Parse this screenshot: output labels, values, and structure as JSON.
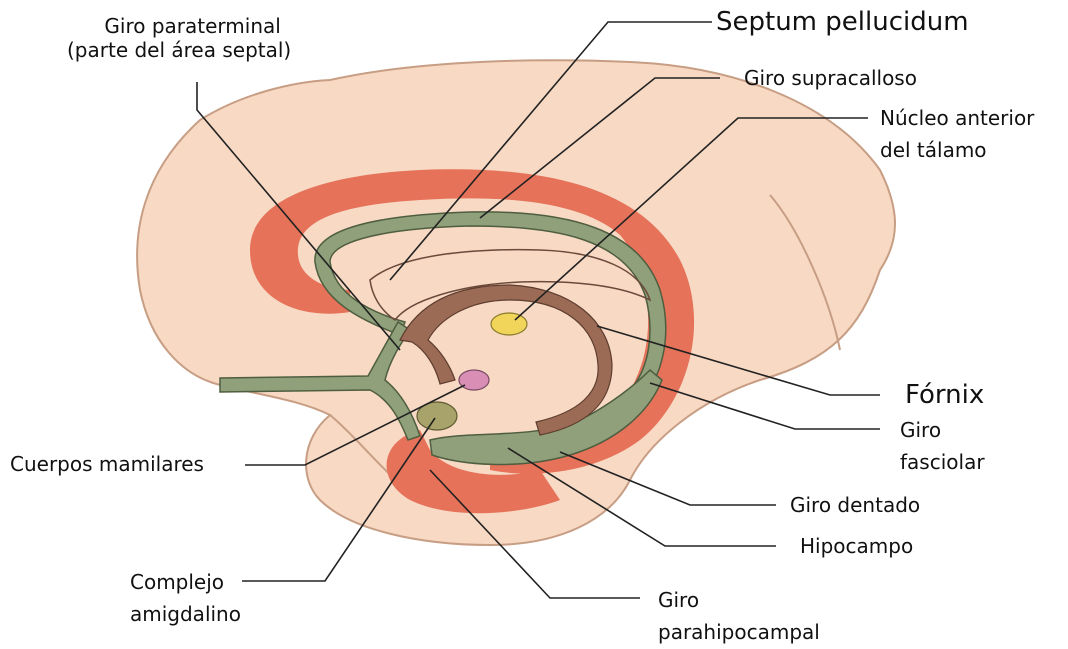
{
  "colors": {
    "cortex_fill": "#f7d9c4",
    "cortex_outline": "#c79e84",
    "cingulate": "#e6725a",
    "green_tract": "#8fa07a",
    "green_outline": "#4f5e40",
    "fornix": "#9b6b55",
    "thalamus_nucleus": "#f1d45a",
    "mamillary": "#d98fb5",
    "amygdala": "#a7a36a",
    "leader": "#222222"
  },
  "labels": {
    "giro_paraterminal": {
      "line1": "Giro paraterminal",
      "line2": "(parte del área septal)"
    },
    "septum": {
      "text": "Septum pellucidum"
    },
    "supracalloso": {
      "text": "Giro supracalloso"
    },
    "nucleo_anterior": {
      "line1": "Núcleo anterior",
      "line2": "del tálamo"
    },
    "fornix": {
      "text": "Fórnix"
    },
    "fasciolar": {
      "line1": "Giro",
      "line2": "fasciolar"
    },
    "cuerpos_mamilares": {
      "text": "Cuerpos mamilares"
    },
    "dentado": {
      "text": "Giro dentado"
    },
    "hipocampo": {
      "text": "Hipocampo"
    },
    "amigdalino": {
      "line1": "Complejo",
      "line2": "amigdalino"
    },
    "parahipocampal": {
      "line1": "Giro",
      "line2": "parahipocampal"
    }
  }
}
